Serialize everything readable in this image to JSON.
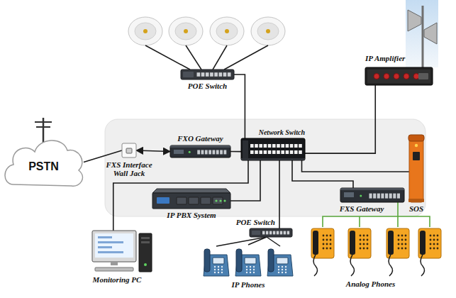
{
  "diagram": {
    "nodes": [
      {
        "text": [
          "POE Switch"
        ]
      },
      {
        "text": [
          "IP Amplifier"
        ]
      },
      {
        "text": [
          "PSTN"
        ]
      },
      {
        "text": [
          "FXS Interface Wall Jack"
        ]
      },
      {
        "text": [
          "FXO Gateway"
        ]
      },
      {
        "text": [
          "Network Switch"
        ]
      },
      {
        "text": [
          "SOS"
        ]
      },
      {
        "text": [
          "IP PBX System"
        ]
      },
      {
        "text": [
          "FXS Gateway"
        ]
      },
      {
        "text": [
          "POE Switch"
        ]
      },
      {
        "text": [
          "Monitoring PC"
        ]
      },
      {
        "text": [
          "IP Phones"
        ]
      },
      {
        "text": [
          "Analog Phones"
        ]
      }
    ],
    "edges": [
      {
        "from": 0,
        "to": 5,
        "arrow": "none"
      },
      {
        "from": 1,
        "to": 5,
        "arrow": "none"
      },
      {
        "from": 2,
        "to": 3,
        "arrow": "none"
      },
      {
        "from": 3,
        "to": 4,
        "arrow": "both"
      },
      {
        "from": 4,
        "to": 5,
        "arrow": "none"
      },
      {
        "from": 5,
        "to": 6,
        "arrow": "none"
      },
      {
        "from": 5,
        "to": 7,
        "arrow": "none"
      },
      {
        "from": 5,
        "to": 8,
        "arrow": "none"
      },
      {
        "from": 5,
        "to": 9,
        "arrow": "none"
      },
      {
        "from": 5,
        "to": 10,
        "arrow": "none"
      },
      {
        "from": 9,
        "to": 11,
        "arrow": "none"
      },
      {
        "from": 8,
        "to": 12,
        "arrow": "none"
      }
    ]
  }
}
